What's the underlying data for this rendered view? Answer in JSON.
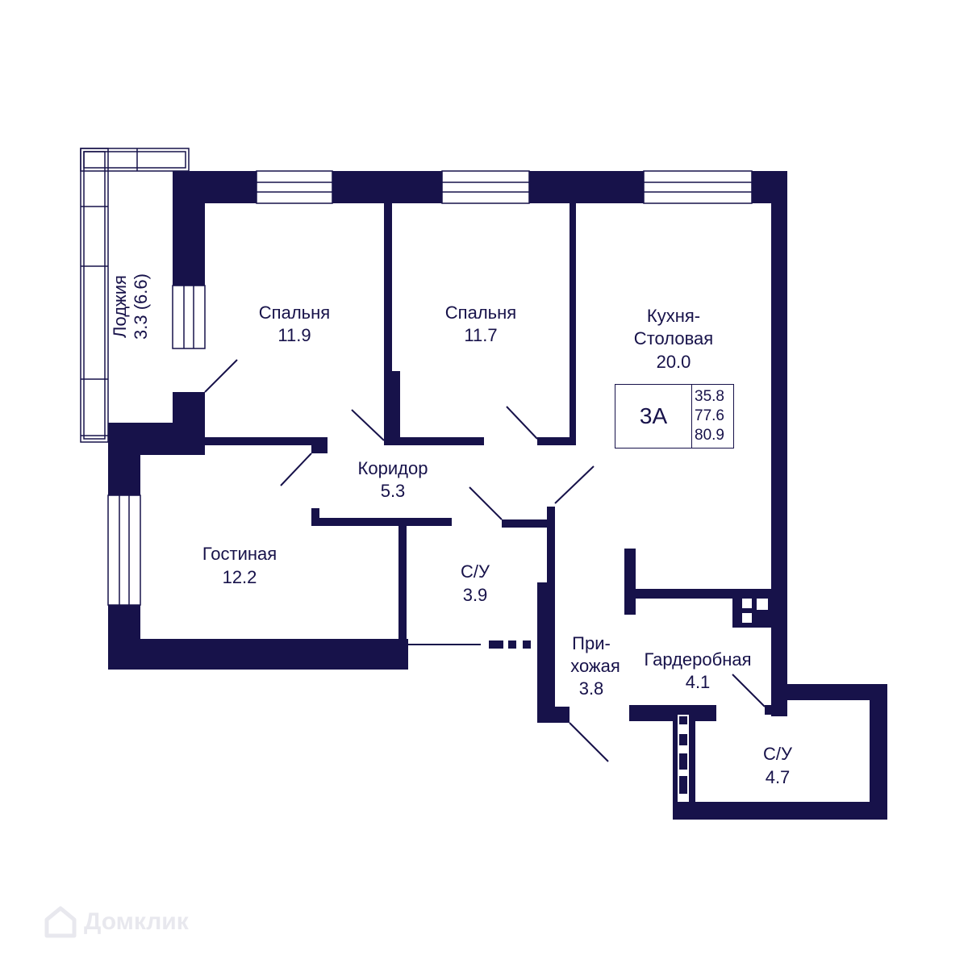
{
  "colors": {
    "wall": "#17124a",
    "window": "#17124a",
    "background": "#ffffff",
    "watermark": "#e8e8ee"
  },
  "rooms": {
    "bedroom1": {
      "name": "Спальня",
      "area": "11.9"
    },
    "bedroom2": {
      "name": "Спальня",
      "area": "11.7"
    },
    "kitchen": {
      "name_line1": "Кухня-",
      "name_line2": "Столовая",
      "area": "20.0"
    },
    "corridor": {
      "name": "Коридор",
      "area": "5.3"
    },
    "living": {
      "name": "Гостиная",
      "area": "12.2"
    },
    "bath1": {
      "name": "С/У",
      "area": "3.9"
    },
    "hall": {
      "name_line1": "При-",
      "name_line2": "хожая",
      "area": "3.8"
    },
    "wardrobe": {
      "name": "Гардеробная",
      "area": "4.1"
    },
    "bath2": {
      "name": "С/У",
      "area": "4.7"
    },
    "loggia": {
      "name": "Лоджия",
      "area": "3.3 (6.6)"
    }
  },
  "badge": {
    "type": "3А",
    "living_area": "35.8",
    "total_area": "77.6",
    "total_with_loggia": "80.9"
  },
  "watermark": {
    "text": "Домклик",
    "icon": "home-icon"
  }
}
